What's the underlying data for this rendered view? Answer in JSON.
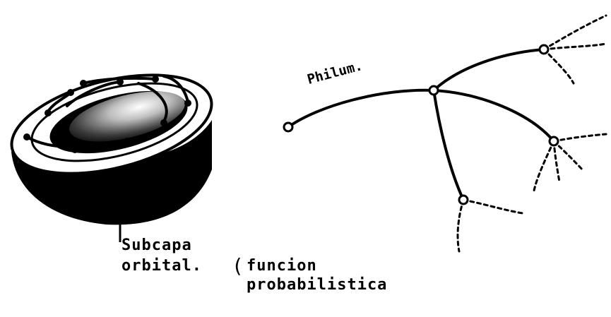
{
  "labels": {
    "philum": "Philum.",
    "subcapa": "Subcapa",
    "orbital": "orbital.",
    "paren": "(",
    "funcion": "funcion",
    "probabilistica": "probabilistica"
  },
  "colors": {
    "ink": "#000000",
    "paper": "#ffffff"
  }
}
